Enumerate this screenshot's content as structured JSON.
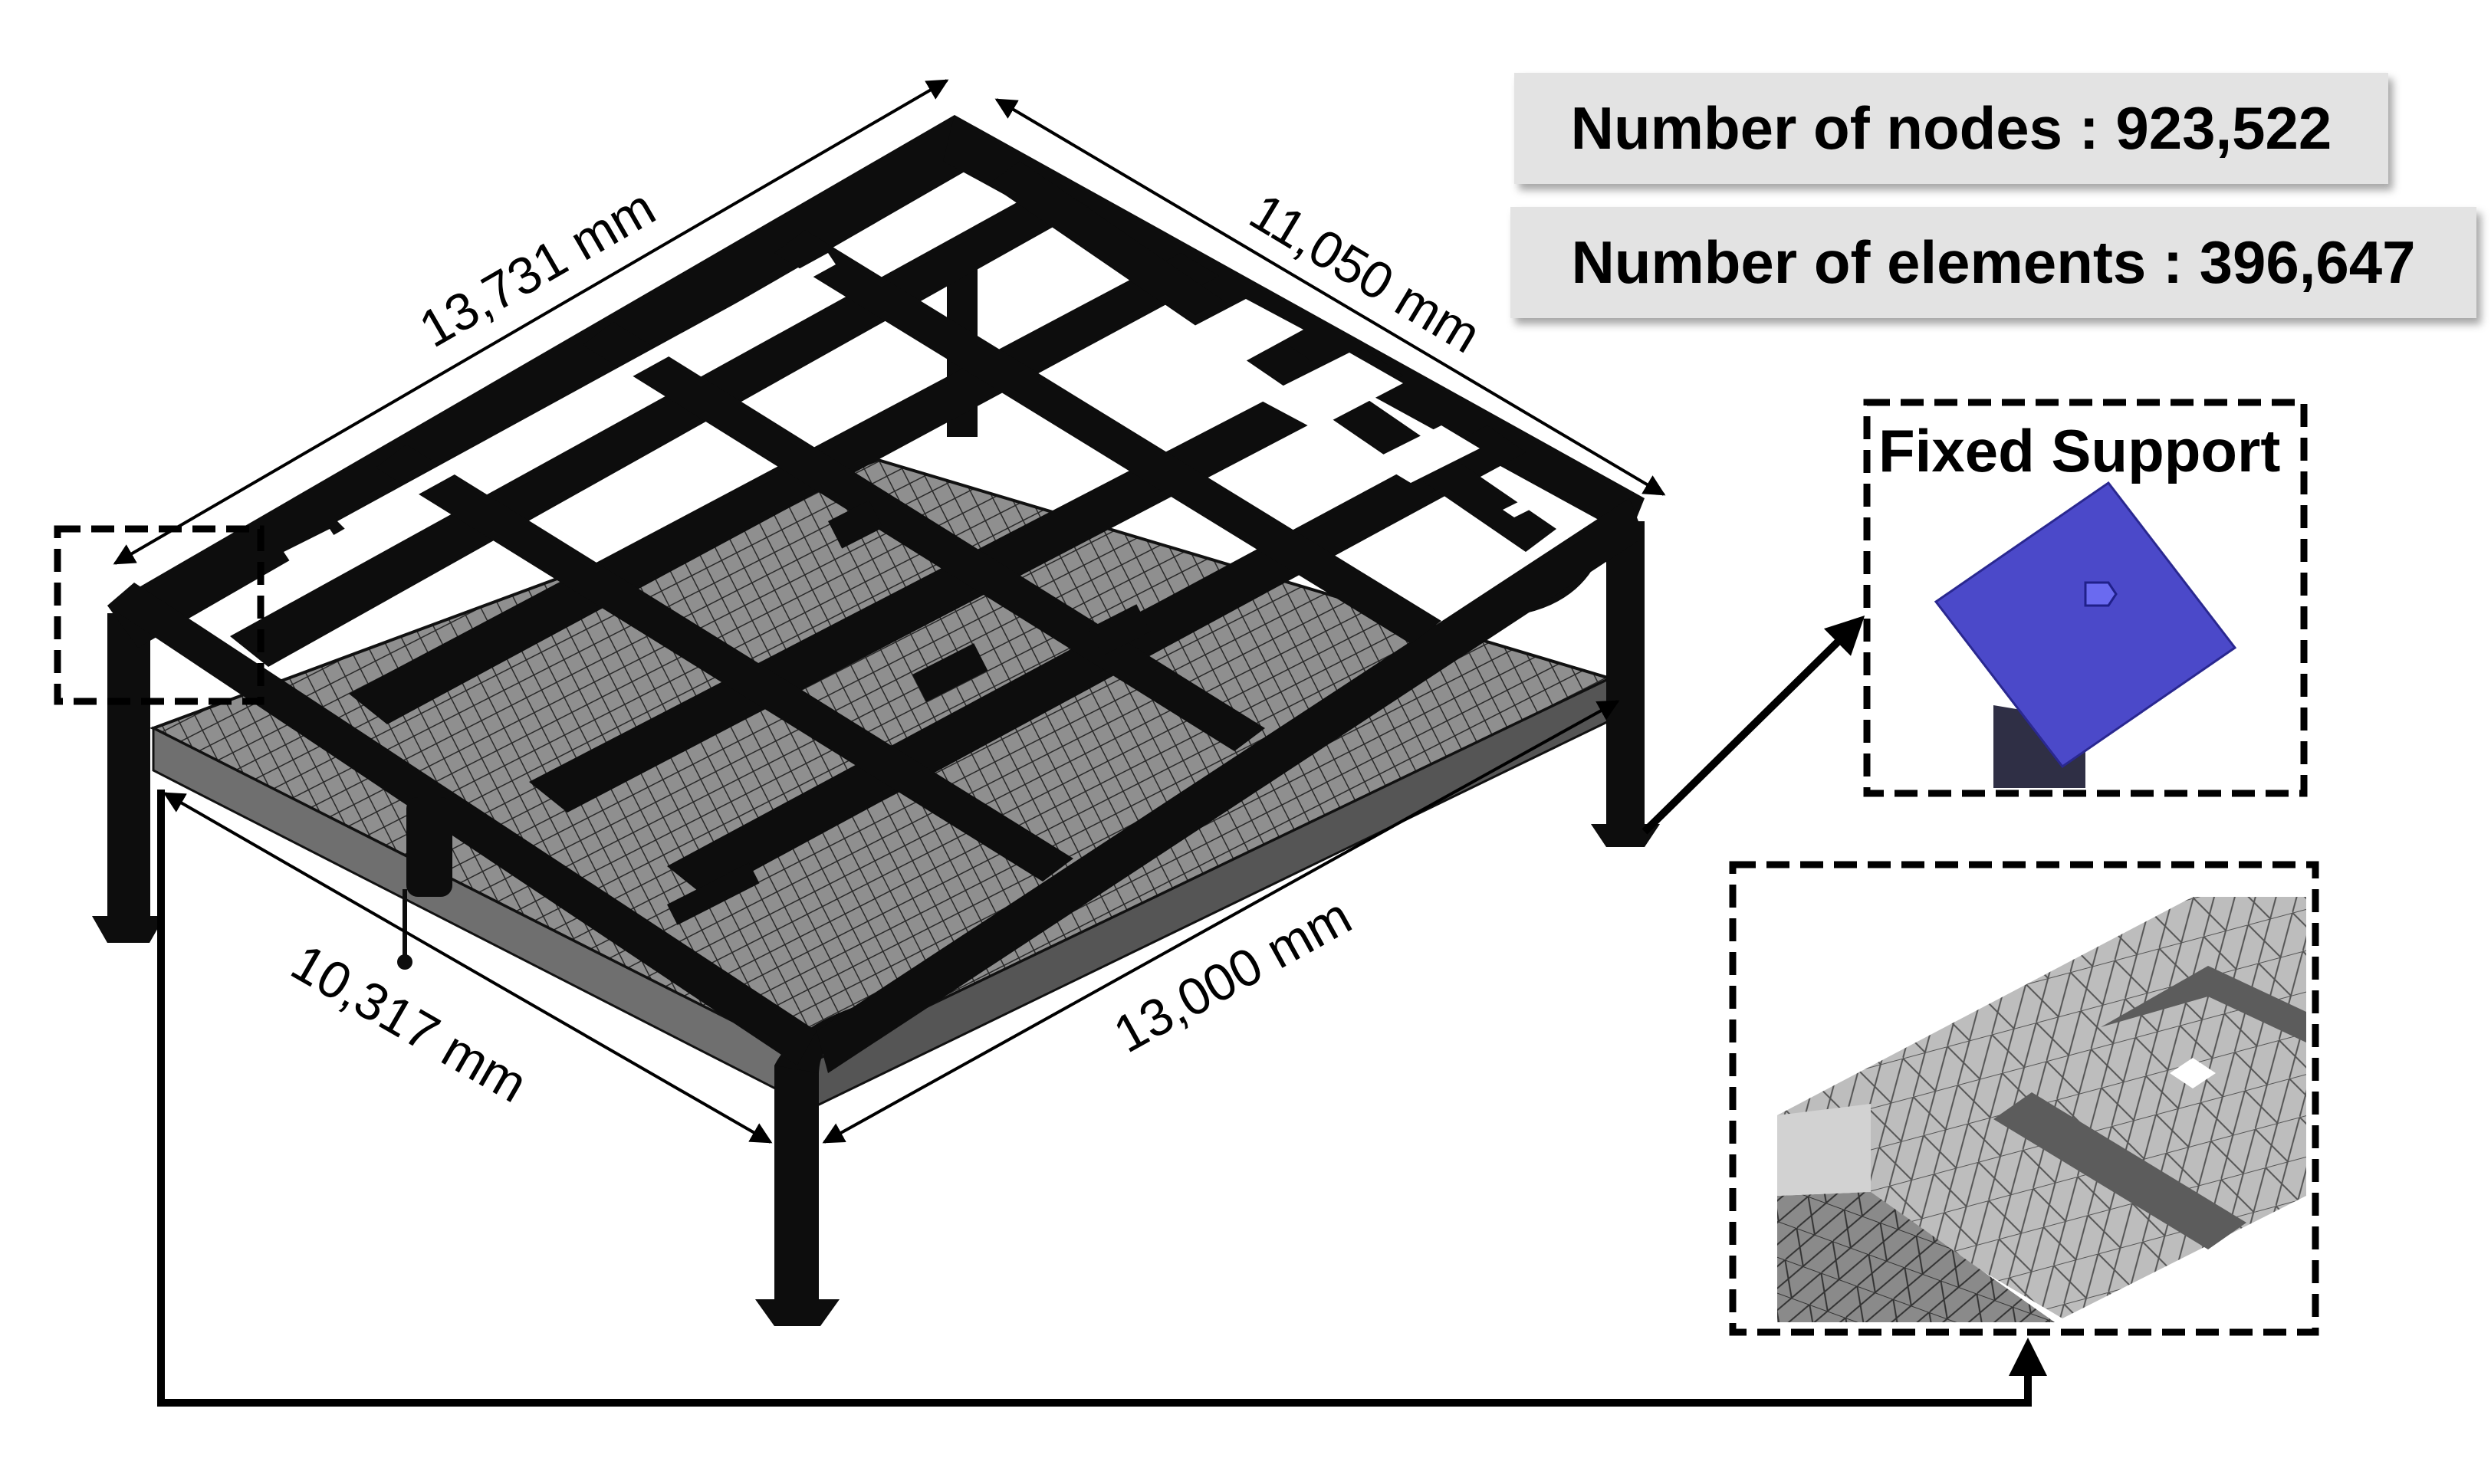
{
  "stats": {
    "nodes": "Number of nodes : 923,522",
    "elements": "Number of elements : 396,647"
  },
  "dimensions": {
    "top_left": "13,731  mm",
    "top_right": "11,050  mm",
    "bottom_left": "10,317  mm",
    "bottom_right": "13,000  mm"
  },
  "detail": {
    "fixed_support_label": "Fixed Support"
  },
  "colors": {
    "frame": "#0d0d0d",
    "mesh_plate": "#9a9a9a",
    "fixed_support_plate": "#4b49c9",
    "mesh_detail": "#b8b8b8"
  }
}
